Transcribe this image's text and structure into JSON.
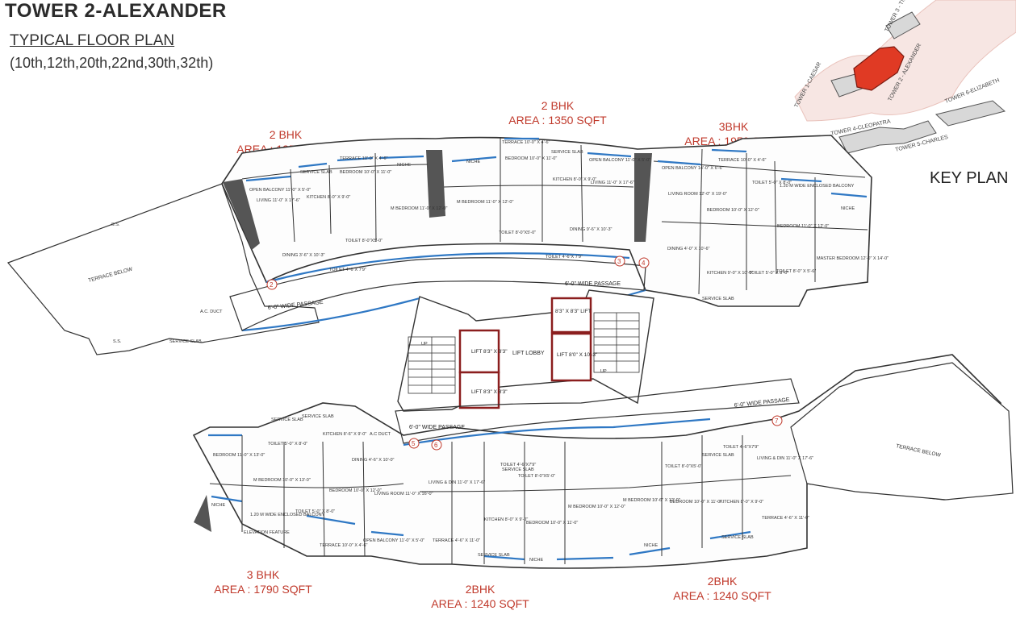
{
  "header": {
    "title": "TOWER 2-ALEXANDER",
    "subtitle": "TYPICAL FLOOR PLAN",
    "floors": "(10th,12th,20th,22nd,30th,32th)"
  },
  "key_plan": {
    "label": "KEY PLAN",
    "towers": [
      "TOWER 1-CAESAR",
      "TOWER 2 - ALEXANDER",
      "TOWER 3 - TI...",
      "TOWER 4-CLEOPATRA",
      "TOWER 5-CHARLES",
      "TOWER 6-ELIZABETH"
    ],
    "highlight_color": "#e03a24"
  },
  "units": [
    {
      "type": "2 BHK",
      "area": "AREA : 1350 SQFT"
    },
    {
      "type": "2 BHK",
      "area": "AREA : 1350 SQFT"
    },
    {
      "type": "3BHK",
      "area": "AREA : 1950 SQFT"
    },
    {
      "type": "3 BHK",
      "area": "AREA : 1790 SQFT"
    },
    {
      "type": "2BHK",
      "area": "AREA : 1240 SQFT"
    },
    {
      "type": "2BHK",
      "area": "AREA : 1240 SQFT"
    }
  ],
  "passages": [
    "6'-0\" WIDE PASSAGE",
    "6'-0\" WIDE PASSAGE",
    "6'-0\" WIDE PASSAGE",
    "6'-0\" WIDE PASSAGE"
  ],
  "lifts": {
    "lobby": "LIFT LOBBY",
    "left_1": "LIFT 8'3\" X 8'3\"",
    "left_2": "LIFT 8'3\" X 8'3\"",
    "right_1": "8'3\" X 8'3\" LIFT",
    "right_2": "LIFT 8'0\" X 10'-3\""
  },
  "terraces": [
    "TERRACE BELOW",
    "TERRACE BELOW"
  ],
  "numbers": [
    "2",
    "3",
    "4",
    "5",
    "6",
    "7"
  ],
  "rooms": {
    "u1": [
      "OPEN BALCONY 11'-0\" X 5'-0\"",
      "LIVING 11'-0\" X 17'-6\"",
      "KITCHEN 8'-0\" X 9'-0\"",
      "TERRACE 10'-0\" X 4'-6\"",
      "BEDROOM 10'-0\" X 11'-0\"",
      "M BEDROOM 11'-0\" X 12'-0\"",
      "DINING 3'-6\" X 10'-3\"",
      "TOILET 8'-0\"X5'-0\"",
      "TOILET 4'-6\"X 7'9\"",
      "SERVICE SLAB",
      "NICHE"
    ],
    "u2": [
      "TERRACE 10'-0\" X 4'-6\"",
      "BEDROOM 10'-0\" X 11'-0\"",
      "SERVICE SLAB",
      "OPEN BALCONY 11'-0\" X 5'-0\"",
      "KITCHEN 8'-0\" X 9'-0\"",
      "LIVING 11'-0\" X 17'-6\"",
      "M BEDROOM 11'-0\" X 12'-0\"",
      "TOILET 8'-0\"X5'-0\"",
      "DINING 9'-6\" X 10'-3\"",
      "TOILET 4'-6\"X 7'9\"",
      "NICHE"
    ],
    "u3": [
      "OPEN BALCONY 14'-0\" X 6'-6\"",
      "TERRACE 10'-0\" X 4'-6\"",
      "LIVING ROOM 12'-0\" X 19'-0\"",
      "BEDROOM 10'-0\" X 12'-0\"",
      "TOILET 5'-0\" X 8'-0\"",
      "1.20 M WIDE ENCLOSED BALCONY",
      "BEDROOM 11'-0\" X 12'-0\"",
      "DINING 4'-0\" X 10'-6\"",
      "MASTER BEDROOM 12'-0\" X 14'-0\"",
      "KITCHEN 9'-0\" X 10'-0\"",
      "TOILET 5'-0\" X 8'-0\"",
      "TOILET 8'-0\" X 5'-6\"",
      "SERVICE SLAB",
      "NICHE"
    ],
    "u4": [
      "SERVICE SLAB",
      "SERVICE SLAB",
      "KITCHEN 8'-6\" X 9'-0\"",
      "TOILET 5'-0\" X 8'-0\"",
      "A.C DUCT",
      "BEDROOM 11'-0\" X 13'-0\"",
      "DINING 4'-6\" X 10'-0\"",
      "M BEDROOM 10'-0\" X 13'-0\"",
      "BEDROOM 10'-0\" X 12'-0\"",
      "LIVING ROOM 11'-0\" X 16'-0\"",
      "1.20 M WIDE ENCLOSED BALCONY",
      "TOILET 5'-0\" X 8'-0\"",
      "NICHE",
      "ELEVATION FEATURE",
      "TERRACE 10'-0\" X 4'-6\"",
      "OPEN BALCONY 11'-0\" X 5'-0\""
    ],
    "u5": [
      "TOILET 4'-6\"X7'9\"",
      "SERVICE SLAB",
      "TOILET 8'-0\"X5'-0\"",
      "LIVING & DIN 11'-0\" X 17'-6\"",
      "KITCHEN 8'-0\" X 9'-0\"",
      "BEDROOM 10'-0\" X 11'-0\"",
      "M BEDROOM 10'-0\" X 12'-0\"",
      "TERRACE 4'-6\" X 11'-0\"",
      "SERVICE SLAB",
      "NICHE"
    ],
    "u6": [
      "SERVICE SLAB",
      "TOILET 4'-6\"X7'9\"",
      "TOILET 8'-0\"X5'-0\"",
      "LIVING & DIN 11'-0\" X 17'-6\"",
      "M BEDROOM 10'-6\" X 12'-0\"",
      "BEDROOM 10'-0\" X 11'-0\"",
      "KITCHEN 8'-0\" X 9'-0\"",
      "TERRACE 4'-6\" X 11'-0\"",
      "SERVICE SLAB",
      "NICHE"
    ]
  },
  "misc": [
    "S.S.",
    "S.S.",
    "SERVICE SLAB",
    "A.C. DUCT",
    "UP",
    "UP"
  ],
  "colors": {
    "unit_label": "#c0392b",
    "wall": "#333333",
    "glazing": "#2f78c4",
    "lift_wall": "#8b1e1e",
    "shaft": "#555555"
  }
}
